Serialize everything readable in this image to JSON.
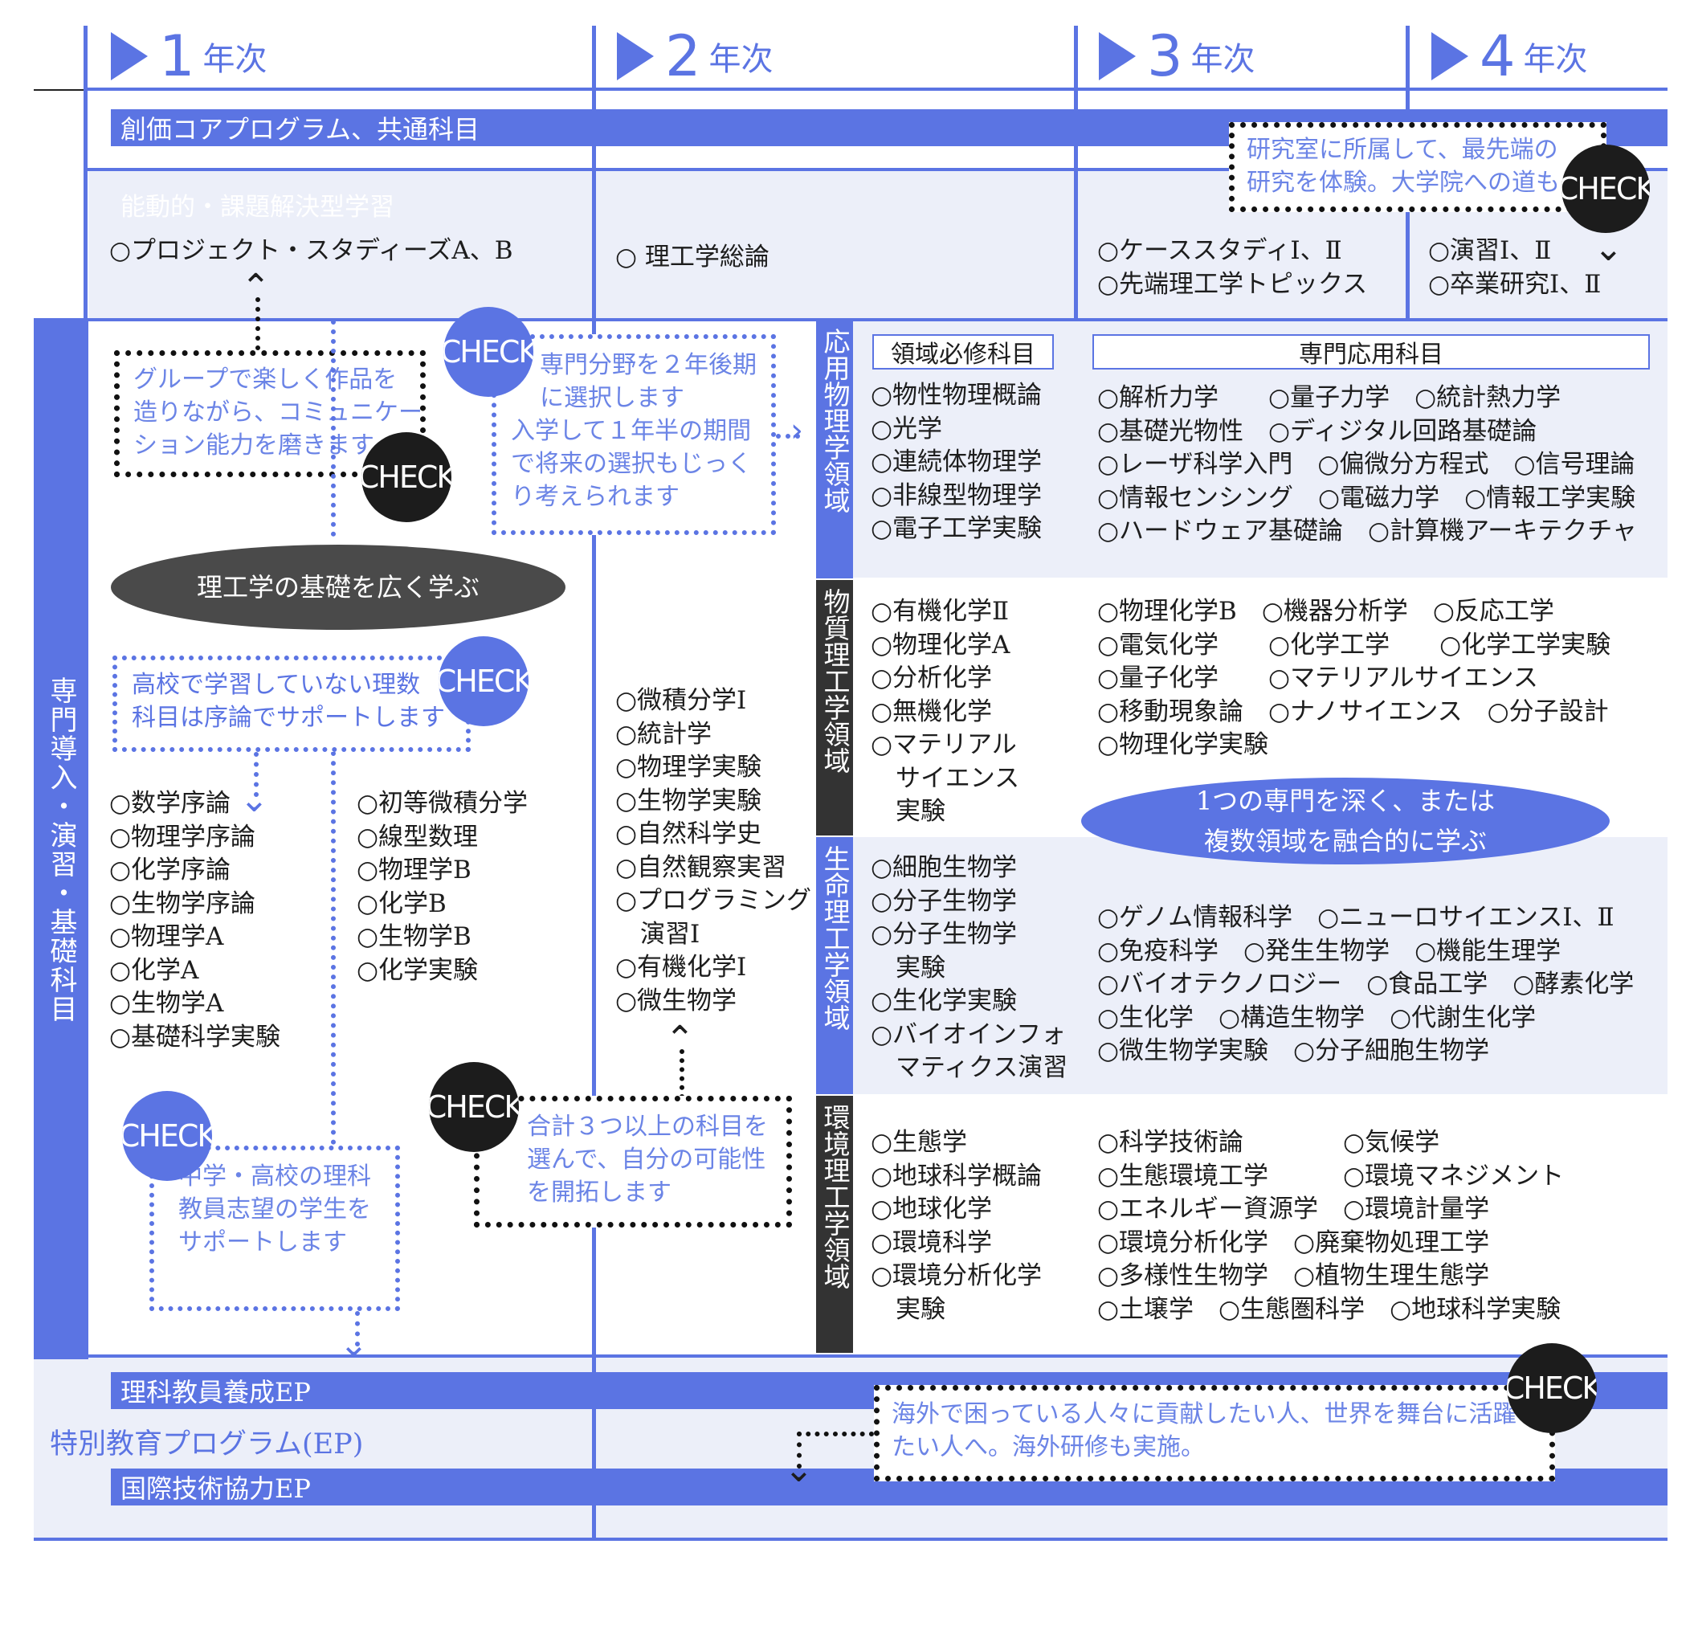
{
  "years": [
    {
      "num": "1",
      "label": "年次"
    },
    {
      "num": "2",
      "label": "年次"
    },
    {
      "num": "3",
      "label": "年次"
    },
    {
      "num": "4",
      "label": "年次"
    }
  ],
  "core_bar": "創価コアプログラム、共通科目",
  "active_learning": {
    "label": "能動的・課題解決型学習",
    "y1": "○プロジェクト・スタディーズA、B",
    "y2": "○ 理工学総論",
    "y3": [
      "○ケーススタディⅠ、Ⅱ",
      "○先端理工学トピックス"
    ],
    "y4": [
      "○演習Ⅰ、Ⅱ",
      "○卒業研究Ⅰ、Ⅱ"
    ]
  },
  "check_label": "CHECK",
  "callouts": {
    "lab": [
      "研究室に所属して、最先端の",
      "研究を体験。大学院への道も"
    ],
    "group": [
      "グループで楽しく作品を",
      "造りながら、コミュニケー",
      "ション能力を磨きます"
    ],
    "choose": [
      "専門分野を２年後期",
      "に選択します",
      "入学して１年半の期間",
      "で将来の選択もじっく",
      "り考えられます"
    ],
    "support": [
      "高校で学習していない理数",
      "科目は序論でサポートします"
    ],
    "teacher": [
      "中学・高校の理科",
      "教員志望の学生を",
      "サポートします"
    ],
    "three": [
      "合計３つ以上の科目を",
      "選んで、自分の可能性",
      "を開拓します"
    ],
    "overseas": [
      "海外で困っている人々に貢献したい人、世界を舞台に活躍し",
      "たい人へ。海外研修も実施。"
    ]
  },
  "basics_pill": "理工学の基礎を広く学ぶ",
  "deep_pill": [
    "1つの専門を深く、または",
    "複数領域を融合的に学ぶ"
  ],
  "left_band": "専門導入・演習・基礎科目",
  "year1_courses_a": [
    "○数学序論",
    "○物理学序論",
    "○化学序論",
    "○生物学序論",
    "○物理学A",
    "○化学A",
    "○生物学A",
    "○基礎科学実験"
  ],
  "year1_courses_b": [
    "○初等微積分学",
    "○線型数理",
    "○物理学B",
    "○化学B",
    "○生物学B",
    "○化学実験"
  ],
  "year2_courses": [
    "○微積分学Ⅰ",
    "○統計学",
    "○物理学実験",
    "○生物学実験",
    "○自然科学史",
    "○自然観察実習",
    "○プログラミング",
    "　演習Ⅰ",
    "○有機化学Ⅰ",
    "○微生物学"
  ],
  "headers": {
    "required": "領域必修科目",
    "applied": "専門応用科目"
  },
  "domains": [
    {
      "name": "応用物理学領域",
      "required": [
        "○物性物理概論",
        "○光学",
        "○連続体物理学",
        "○非線型物理学",
        "○電子工学実験"
      ],
      "applied": [
        "○解析力学　　○量子力学　○統計熱力学",
        "○基礎光物性　○ディジタル回路基礎論",
        "○レーザ科学入門　○偏微分方程式　○信号理論",
        "○情報センシング　○電磁力学　○情報工学実験",
        "○ハードウェア基礎論　○計算機アーキテクチャ"
      ]
    },
    {
      "name": "物質理工学領域",
      "required": [
        "○有機化学Ⅱ",
        "○物理化学A",
        "○分析化学",
        "○無機化学",
        "○マテリアル",
        "　サイエンス",
        "　実験"
      ],
      "applied": [
        "○物理化学B　○機器分析学　○反応工学",
        "○電気化学　　○化学工学　　○化学工学実験",
        "○量子化学　　○マテリアルサイエンス",
        "○移動現象論　○ナノサイエンス　○分子設計",
        "○物理化学実験"
      ]
    },
    {
      "name": "生命理工学領域",
      "required": [
        "○細胞生物学",
        "○分子生物学",
        "○分子生物学",
        "　実験",
        "○生化学実験",
        "○バイオインフォ",
        "　マティクス演習"
      ],
      "applied": [
        "○ゲノム情報科学　○ニューロサイエンスⅠ、Ⅱ",
        "○免疫科学　○発生生物学　○機能生理学",
        "○バイオテクノロジー　○食品工学　○酵素化学",
        "○生化学　○構造生物学　○代謝生化学",
        "○微生物学実験　○分子細胞生物学"
      ]
    },
    {
      "name": "環境理工学領域",
      "required": [
        "○生態学",
        "○地球科学概論",
        "○地球化学",
        "○環境科学",
        "○環境分析化学",
        "　実験"
      ],
      "applied": [
        "○科学技術論　　　　○気候学",
        "○生態環境工学　　　○環境マネジメント",
        "○エネルギー資源学　○環境計量学",
        "○環境分析化学　○廃棄物処理工学",
        "○多様性生物学　○植物生理生態学",
        "○土壌学　○生態圏科学　○地球科学実験"
      ]
    }
  ],
  "special_programs": {
    "label": "特別教育プログラム(EP)",
    "teacher_ep": "理科教員養成EP",
    "intl_ep": "国際技術協力EP"
  }
}
